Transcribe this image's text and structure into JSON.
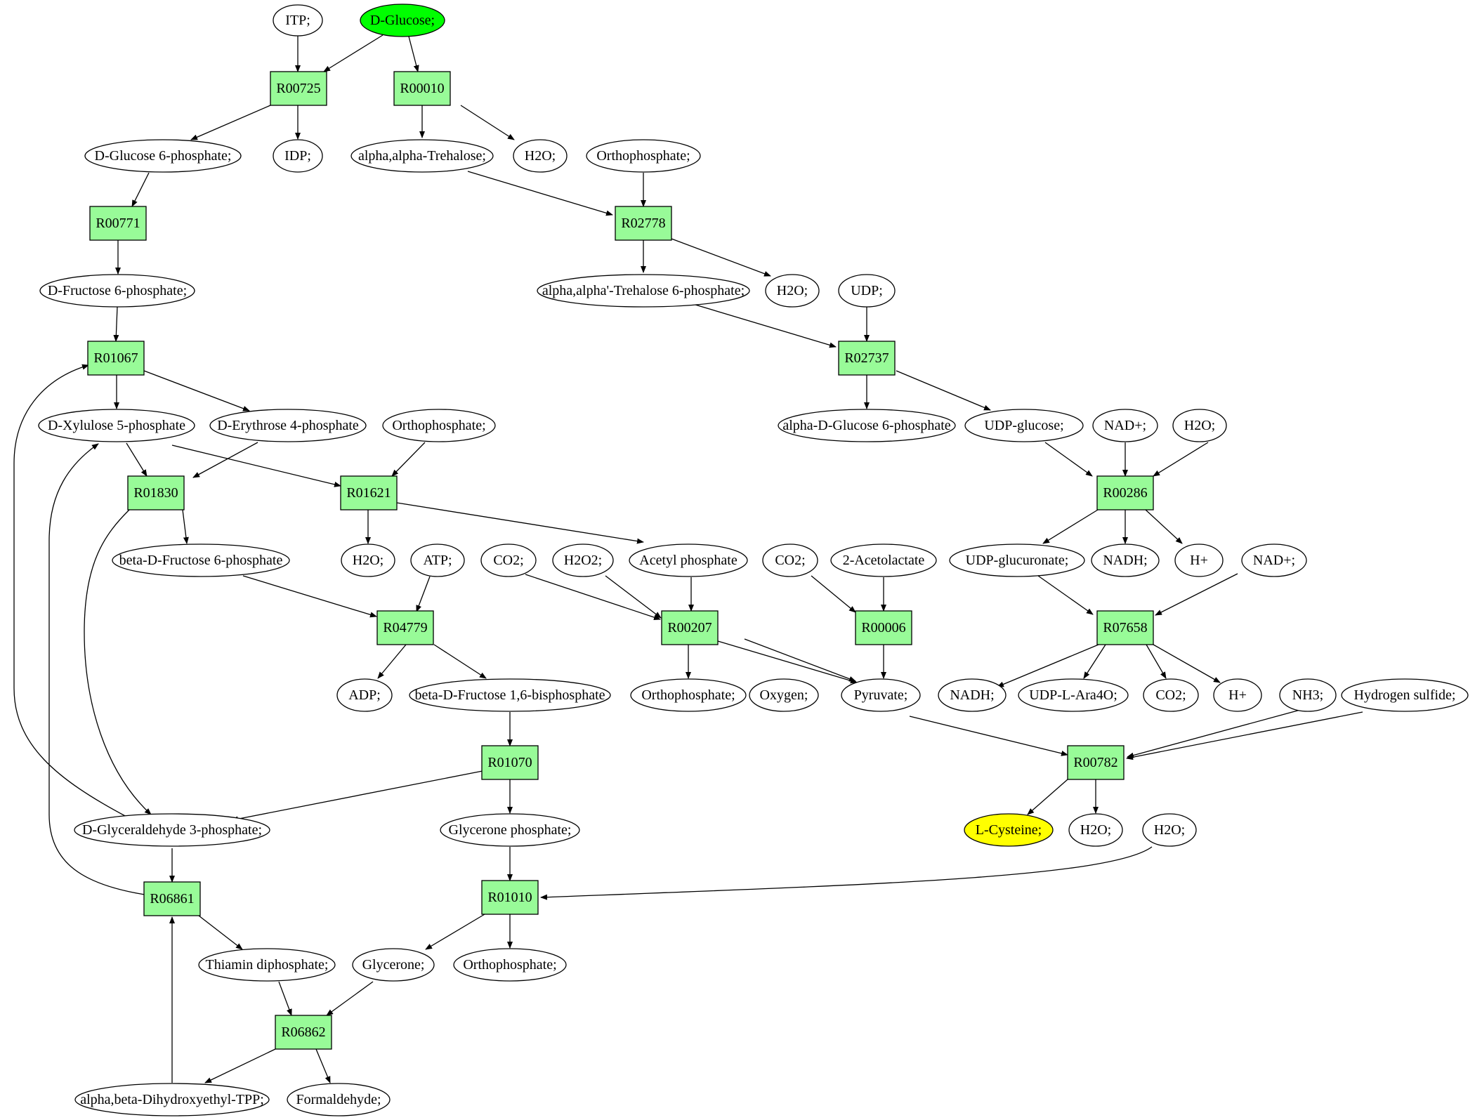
{
  "colors": {
    "reaction_fill": "#98fb98",
    "metabolite_fill": "#ffffff",
    "start_fill": "#00ff00",
    "target_fill": "#ffff00",
    "stroke": "#000000"
  },
  "reactions": {
    "R00725": "R00725",
    "R00010": "R00010",
    "R00771": "R00771",
    "R02778": "R02778",
    "R01067": "R01067",
    "R02737": "R02737",
    "R01830": "R01830",
    "R01621": "R01621",
    "R00286": "R00286",
    "R04779": "R04779",
    "R00207": "R00207",
    "R00006": "R00006",
    "R07658": "R07658",
    "R01070": "R01070",
    "R00782": "R00782",
    "R06861": "R06861",
    "R01010": "R01010",
    "R06862": "R06862"
  },
  "metabolites": {
    "itp": "ITP;",
    "d_glucose": "D-Glucose;",
    "g6p": "D-Glucose 6-phosphate;",
    "idp": "IDP;",
    "trehalose": "alpha,alpha-Trehalose;",
    "h2o_a": "H2O;",
    "orthophosphate_a": "Orthophosphate;",
    "f6p": "D-Fructose 6-phosphate;",
    "trehalose6p": "alpha,alpha'-Trehalose 6-phosphate;",
    "h2o_b": "H2O;",
    "udp": "UDP;",
    "xylulose5p": "D-Xylulose 5-phosphate",
    "erythrose4p": "D-Erythrose 4-phosphate",
    "orthophosphate_b": "Orthophosphate;",
    "adg6p": "alpha-D-Glucose 6-phosphate",
    "udp_glucose": "UDP-glucose;",
    "nad_a": "NAD+;",
    "h2o_c": "H2O;",
    "bdf6p": "beta-D-Fructose 6-phosphate",
    "h2o_d": "H2O;",
    "atp": "ATP;",
    "co2_a": "CO2;",
    "h2o2": "H2O2;",
    "acetyl_phosphate": "Acetyl phosphate",
    "co2_b": "CO2;",
    "acetolactate": "2-Acetolactate",
    "udp_glucuronate": "UDP-glucuronate;",
    "nadh_a": "NADH;",
    "hplus_a": "H+",
    "nad_b": "NAD+;",
    "adp": "ADP;",
    "bdf16bp": "beta-D-Fructose 1,6-bisphosphate",
    "orthophosphate_c": "Orthophosphate;",
    "oxygen": "Oxygen;",
    "pyruvate": "Pyruvate;",
    "nadh_b": "NADH;",
    "udp_ara4o": "UDP-L-Ara4O;",
    "co2_c": "CO2;",
    "hplus_b": "H+",
    "nh3": "NH3;",
    "h2s": "Hydrogen sulfide;",
    "g3p": "D-Glyceraldehyde 3-phosphate;",
    "glycerone_phosphate": "Glycerone phosphate;",
    "l_cysteine": "L-Cysteine;",
    "h2o_e": "H2O;",
    "h2o_f": "H2O;",
    "thiamin_dp": "Thiamin diphosphate;",
    "glycerone": "Glycerone;",
    "orthophosphate_d": "Orthophosphate;",
    "dhe_tpp": "alpha,beta-Dihydroxyethyl-TPP;",
    "formaldehyde": "Formaldehyde;"
  }
}
